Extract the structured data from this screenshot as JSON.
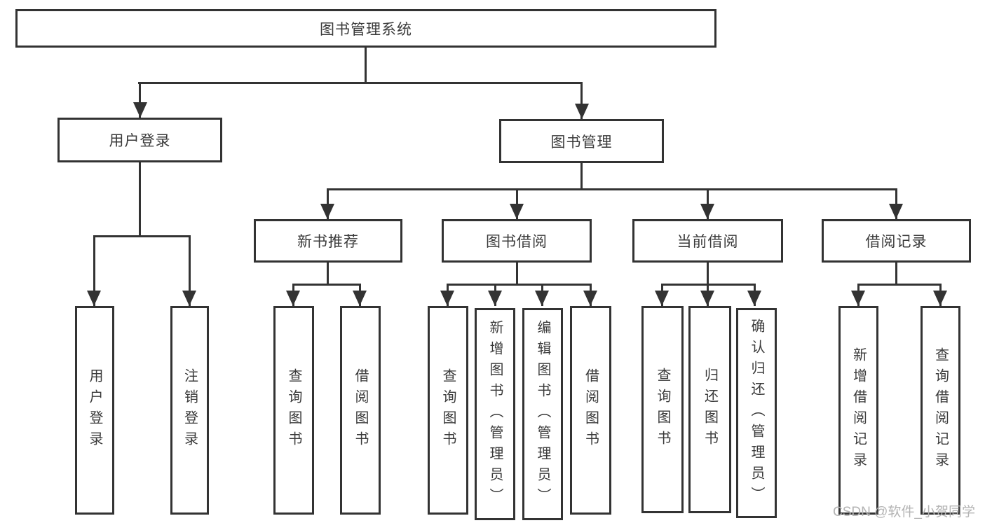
{
  "colors": {
    "line": "#333333",
    "text": "#3a3a3a",
    "background": "#ffffff",
    "watermark": "#b3b3b3"
  },
  "nodes": {
    "root": {
      "label": "图书管理系统"
    },
    "user_login": {
      "label": "用户登录"
    },
    "book_mgmt": {
      "label": "图书管理"
    },
    "new_books": {
      "label": "新书推荐"
    },
    "borrowing": {
      "label": "图书借阅"
    },
    "current": {
      "label": "当前借阅"
    },
    "records": {
      "label": "借阅记录"
    }
  },
  "leaves": {
    "user_login": {
      "label": "用户登录"
    },
    "logout": {
      "label": "注销登录"
    },
    "nb_query": {
      "label": "查询图书"
    },
    "nb_borrow": {
      "label": "借阅图书"
    },
    "bw_query": {
      "label": "查询图书"
    },
    "bw_add": {
      "label": "新增图书（管理员）"
    },
    "bw_edit": {
      "label": "编辑图书（管理员）"
    },
    "bw_borrow": {
      "label": "借阅图书"
    },
    "cu_query": {
      "label": "查询图书"
    },
    "cu_return": {
      "label": "归还图书"
    },
    "cu_confirm": {
      "label": "确认归还（管理员）"
    },
    "rc_add": {
      "label": "新增借阅记录"
    },
    "rc_query": {
      "label": "查询借阅记录"
    }
  },
  "watermark": {
    "text": "CSDN @软件_小贺同学"
  }
}
